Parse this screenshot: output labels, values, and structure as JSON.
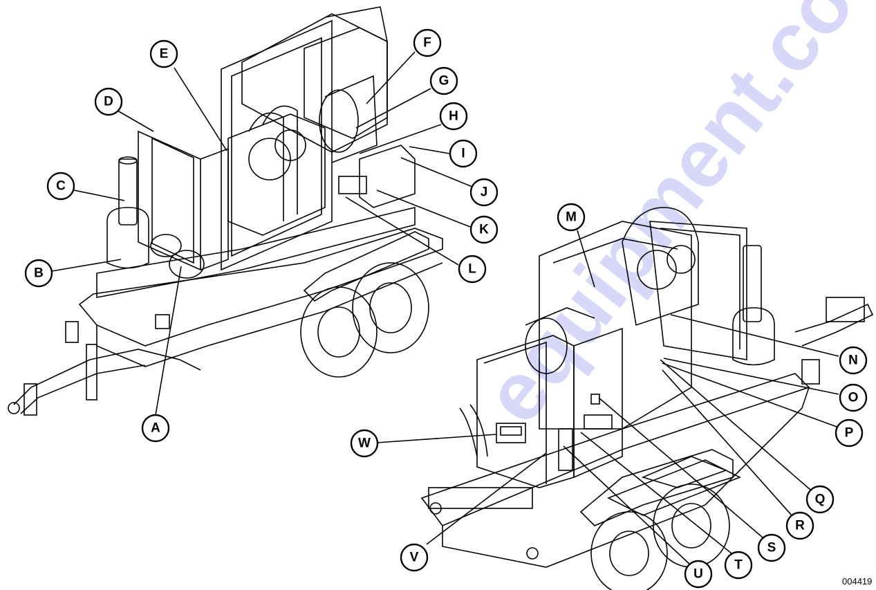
{
  "figure_id": "004419",
  "watermark": "equipment.com",
  "callouts": [
    {
      "id": "A",
      "label": "A"
    },
    {
      "id": "B",
      "label": "B"
    },
    {
      "id": "C",
      "label": "C"
    },
    {
      "id": "D",
      "label": "D"
    },
    {
      "id": "E",
      "label": "E"
    },
    {
      "id": "F",
      "label": "F"
    },
    {
      "id": "G",
      "label": "G"
    },
    {
      "id": "H",
      "label": "H"
    },
    {
      "id": "I",
      "label": "I"
    },
    {
      "id": "J",
      "label": "J"
    },
    {
      "id": "K",
      "label": "K"
    },
    {
      "id": "L",
      "label": "L"
    },
    {
      "id": "M",
      "label": "M"
    },
    {
      "id": "N",
      "label": "N"
    },
    {
      "id": "O",
      "label": "O"
    },
    {
      "id": "P",
      "label": "P"
    },
    {
      "id": "Q",
      "label": "Q"
    },
    {
      "id": "R",
      "label": "R"
    },
    {
      "id": "S",
      "label": "S"
    },
    {
      "id": "T",
      "label": "T"
    },
    {
      "id": "U",
      "label": "U"
    },
    {
      "id": "V",
      "label": "V"
    },
    {
      "id": "W",
      "label": "W"
    }
  ]
}
